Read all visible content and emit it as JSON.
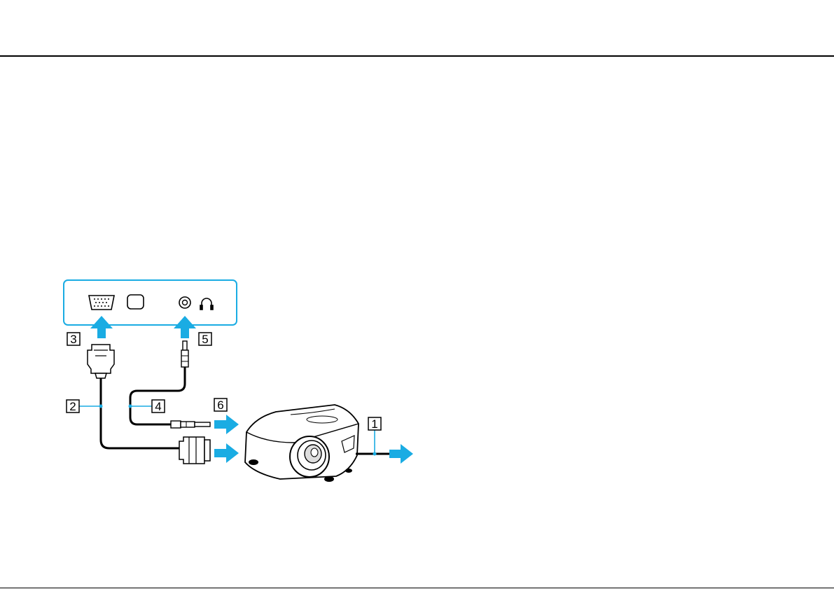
{
  "callouts": [
    {
      "id": "1",
      "label": "1"
    },
    {
      "id": "2",
      "label": "2"
    },
    {
      "id": "3",
      "label": "3"
    },
    {
      "id": "4",
      "label": "4"
    },
    {
      "id": "5",
      "label": "5"
    },
    {
      "id": "6",
      "label": "6"
    }
  ],
  "colors": {
    "arrow": "#1aace3",
    "line": "#000000",
    "panel_border": "#1aace3"
  }
}
